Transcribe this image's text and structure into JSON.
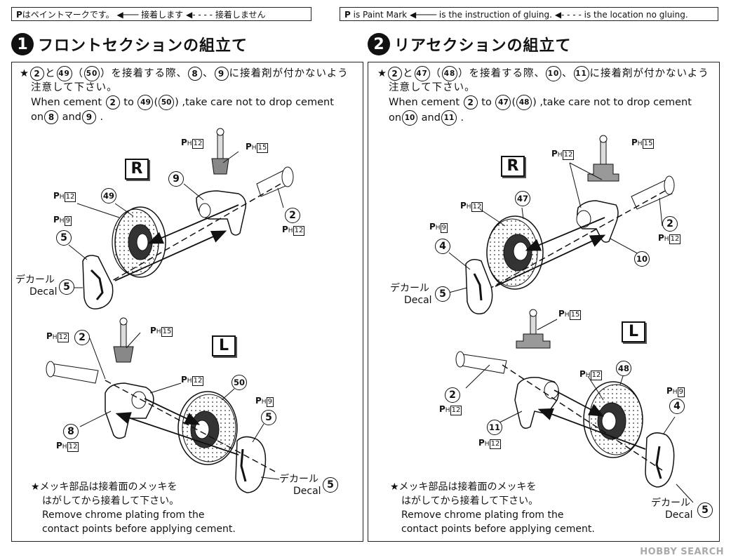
{
  "legend_jp": {
    "mark": "P",
    "text1": "はペイントマークです。",
    "text2": "接着します",
    "text3": "接着しません"
  },
  "legend_en": {
    "mark": "P",
    "text1": " is Paint Mark",
    "text2": "is the instruction of gluing.",
    "text3": "is the location no gluing."
  },
  "sections": [
    {
      "number": "1",
      "title": "フロントセクションの組立て",
      "note_jp_1": "★",
      "note_jp_parts": [
        "2",
        "と",
        "49",
        "（",
        "50",
        "）を接着する際、",
        "8",
        "、",
        "9",
        "に接着剤が付かないよう"
      ],
      "note_jp_2": "注意して下さい。",
      "note_en_1_a": "When cement ",
      "note_en_1_p1": "2",
      "note_en_1_b": " to ",
      "note_en_1_p2": "49",
      "note_en_1_c": "(",
      "note_en_1_p3": "50",
      "note_en_1_d": ") ,take care not to drop cement",
      "note_en_2_a": "on",
      "note_en_2_p1": "8",
      "note_en_2_b": " and",
      "note_en_2_p2": "9",
      "note_en_2_c": " .",
      "chrome_jp_1": "★メッキ部品は接着面のメッキを",
      "chrome_jp_2": "はがしてから接着して下さい。",
      "chrome_en_1": "Remove chrome plating from the",
      "chrome_en_2": "contact points before applying cement."
    },
    {
      "number": "2",
      "title": "リアセクションの組立て",
      "note_jp_1": "★",
      "note_jp_parts": [
        "2",
        "と",
        "47",
        "（",
        "48",
        "）を接着する際、",
        "10",
        "、",
        "11",
        "に接着剤が付かないよう"
      ],
      "note_jp_2": "注意して下さい。",
      "note_en_1_a": "When cement ",
      "note_en_1_p1": "2",
      "note_en_1_b": " to ",
      "note_en_1_p2": "47",
      "note_en_1_c": "(",
      "note_en_1_p3": "48",
      "note_en_1_d": ") ,take care not to drop cement",
      "note_en_2_a": "on",
      "note_en_2_p1": "10",
      "note_en_2_b": " and",
      "note_en_2_p2": "11",
      "note_en_2_c": " .",
      "chrome_jp_1": "★メッキ部品は接着面のメッキを",
      "chrome_jp_2": "はがしてから接着して下さい。",
      "chrome_en_1": "Remove chrome plating from the",
      "chrome_en_2": "contact points before applying cement."
    }
  ],
  "side_labels": {
    "right": "R",
    "left": "L"
  },
  "decal": {
    "jp": "デカール",
    "en": "Decal"
  },
  "paint": {
    "p": "P",
    "h": "H",
    "c12": "12",
    "c15": "15",
    "c9": "9"
  },
  "parts": {
    "p2": "2",
    "p4": "4",
    "p5": "5",
    "p8": "8",
    "p9": "9",
    "p10": "10",
    "p11": "11",
    "p47": "47",
    "p48": "48",
    "p49": "49",
    "p50": "50"
  },
  "watermark": "HOBBY SEARCH"
}
